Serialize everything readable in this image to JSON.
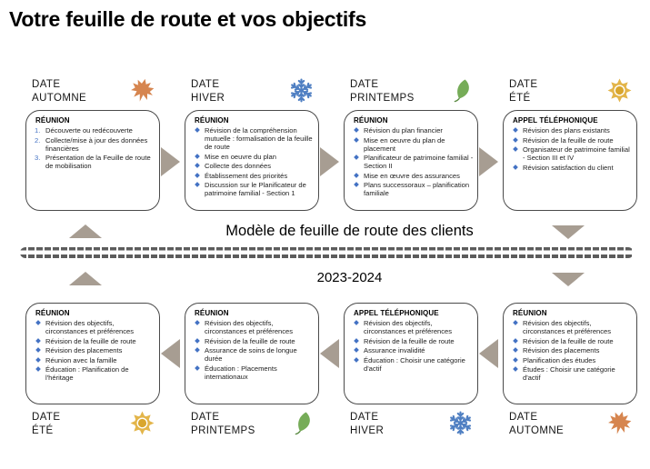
{
  "title": "Votre feuille de route et vos objectifs",
  "labels": {
    "date": "DATE"
  },
  "center": {
    "model_label": "Modèle de feuille de route des clients",
    "year_label": "2023-2024"
  },
  "top_row": [
    {
      "season": "AUTOMNE",
      "icon": "maple-leaf-icon",
      "box_title": "RÉUNION",
      "numbers": [
        "1.",
        "2.",
        "3."
      ],
      "items": [
        "Découverte ou redécouverte",
        "Collecte/mise à jour des données financières",
        "Présentation de la Feuille de route de mobilisation"
      ]
    },
    {
      "season": "HIVER",
      "icon": "snowflake-icon",
      "box_title": "RÉUNION",
      "items": [
        "Révision de la compréhension mutuelle : formalisation de la feuille de route",
        "Mise en oeuvre du plan",
        "Collecte des données",
        "Établissement des priorités",
        "Discussion sur le Planificateur de patrimoine familial - Section 1"
      ]
    },
    {
      "season": "PRINTEMPS",
      "icon": "spring-leaf-icon",
      "box_title": "RÉUNION",
      "items": [
        "Révision du plan financier",
        "Mise en oeuvre du plan de placement",
        "Planificateur de patrimoine familial - Section II",
        "Mise en œuvre des assurances",
        "Plans successoraux – planification familiale"
      ]
    },
    {
      "season": "ÉTÉ",
      "icon": "sun-icon",
      "box_title": "APPEL TÉLÉPHONIQUE",
      "items": [
        "Révision des plans existants",
        "Révision de la feuille de route",
        "Organisateur de patrimoine familial - Section III et IV",
        "Révision satisfaction du client"
      ]
    }
  ],
  "bottom_row": [
    {
      "season": "ÉTÉ",
      "icon": "sun-icon",
      "box_title": "RÉUNION",
      "items": [
        "Révision des objectifs, circonstances et préférences",
        "Révision de la feuille de route",
        "Révision des placements",
        "Réunion avec la famille",
        "Éducation : Planification de l'héritage"
      ]
    },
    {
      "season": "PRINTEMPS",
      "icon": "spring-leaf-icon",
      "box_title": "RÉUNION",
      "items": [
        "Révision des objectifs, circonstances et préférences",
        "Révision de la feuille de route",
        "Assurance de soins de longue durée",
        "Éducation : Placements internationaux"
      ]
    },
    {
      "season": "HIVER",
      "icon": "snowflake-icon",
      "box_title": "APPEL TÉLÉPHONIQUE",
      "items": [
        "Révision des objectifs, circonstances et préférences",
        "Révision de la feuille de route",
        "Assurance invalidité",
        "Éducation : Choisir une catégorie d'actif"
      ]
    },
    {
      "season": "AUTOMNE",
      "icon": "maple-leaf-icon",
      "box_title": "RÉUNION",
      "items": [
        "Révision des objectifs, circonstances et préférences",
        "Révision de la feuille de route",
        "Révision des placements",
        "Planification des études",
        "Études : Choisir une catégorie d'actif"
      ]
    }
  ],
  "colors": {
    "accent_blue": "#4472c4",
    "arrow_taupe": "#a79d92",
    "maple": "#d6854f",
    "snowflake": "#4f7fc2",
    "leaf": "#76ac58",
    "leaf_stem": "#5a8a42",
    "sun": "#e3b54a",
    "sun_inner": "#d9a62e",
    "chain": "#5c5c5c",
    "box_border": "#4a4a4a"
  }
}
